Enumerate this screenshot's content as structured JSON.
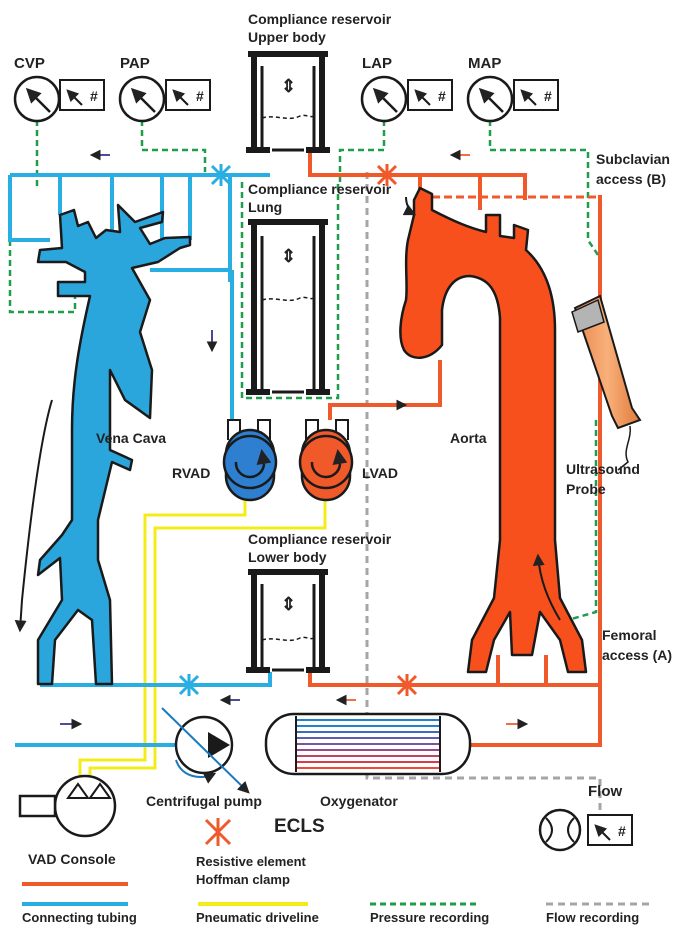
{
  "colors": {
    "tubing_blue": "#29aee4",
    "tubing_red": "#f05a2a",
    "vein_blue": "#2aa6dc",
    "artery_red": "#f7501c",
    "pneumatic_yellow": "#f4ec1a",
    "pressure_green": "#1e9e4a",
    "flow_grey": "#a5a5a5",
    "arrow_navy": "#32338f",
    "frame_black": "#1a1a1a"
  },
  "gauges": {
    "cvp": "CVP",
    "pap": "PAP",
    "lap": "LAP",
    "map": "MAP",
    "flow": "Flow",
    "recorder_symbol": "#"
  },
  "reservoirs": {
    "upper_line1": "Compliance reservoir",
    "upper_line2": "Upper body",
    "lung_line1": "Compliance reservoir",
    "lung_line2": "Lung",
    "lower_line1": "Compliance reservoir",
    "lower_line2": "Lower body",
    "symbol": "⇕"
  },
  "labels": {
    "vena_cava": "Vena Cava",
    "aorta": "Aorta",
    "rvad": "RVAD",
    "lvad": "LVAD",
    "subclavian_1": "Subclavian",
    "subclavian_2": "access (B)",
    "ultrasound_1": "Ultrasound",
    "ultrasound_2": "Probe",
    "femoral_1": "Femoral",
    "femoral_2": "access (A)",
    "centrifugal_pump": "Centrifugal pump",
    "oxygenator": "Oxygenator",
    "ecls": "ECLS",
    "vad_console": "VAD Console"
  },
  "legend": {
    "resistive_1": "Resistive element",
    "resistive_2": "Hoffman clamp",
    "connecting_tubing": "Connecting tubing",
    "pneumatic_driveline": "Pneumatic driveline",
    "pressure_recording": "Pressure recording",
    "flow_recording": "Flow recording"
  }
}
